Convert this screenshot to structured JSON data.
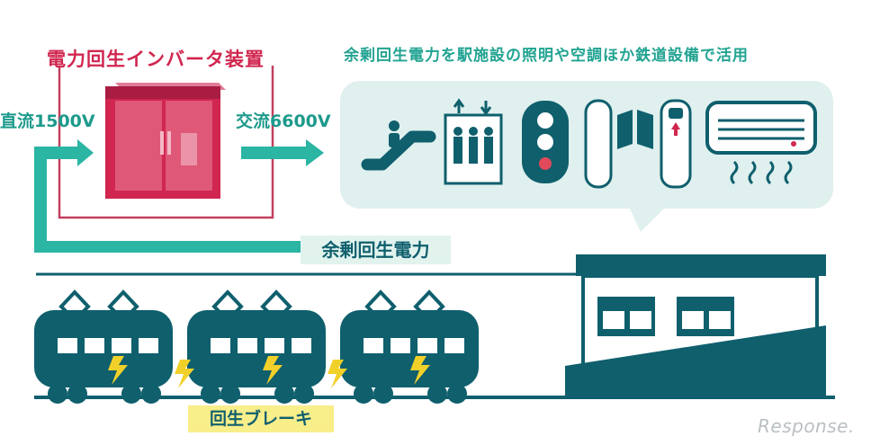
{
  "diagram": {
    "inverter_title": "電力回生インバータ装置",
    "dc_label": "直流1500V",
    "ac_label": "交流6600V",
    "usage_title": "余剰回生電力を駅施設の照明や空調ほか鉄道設備で活用",
    "surplus_label": "余剰回生電力",
    "brake_label": "回生ブレーキ",
    "logo_text": "Response.",
    "equipment_icons": [
      "escalator-icon",
      "elevator-icon",
      "traffic-signal-icon",
      "ticket-gate-icon",
      "ticket-machine-icon",
      "air-conditioner-icon"
    ],
    "colors": {
      "navy": "#0f5f6d",
      "teal": "#1d9a8c",
      "inverter_red": "#d0264f",
      "panel_bg": "#dff0ee",
      "spark_yellow": "#f2d02a",
      "brake_tag": "#f8ee8a"
    }
  }
}
